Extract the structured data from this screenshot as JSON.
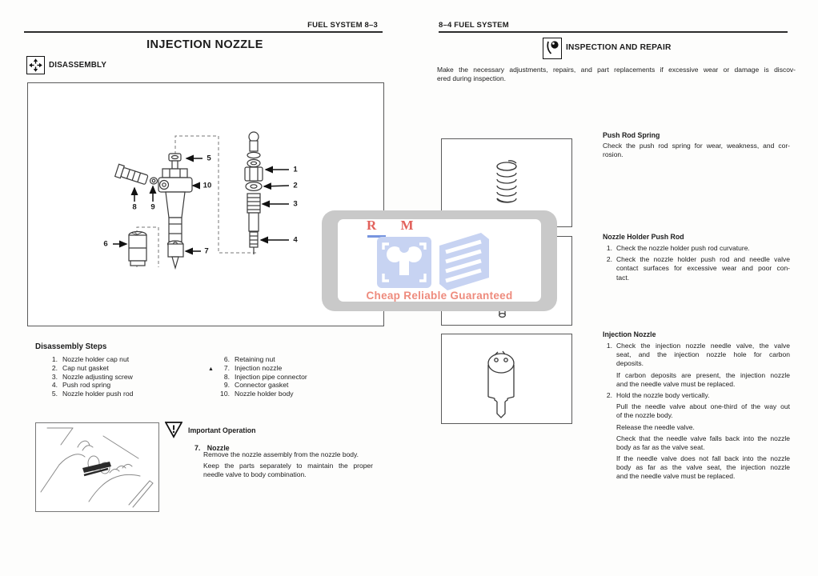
{
  "watermark": {
    "brand": "R M",
    "tagline": "Cheap Reliable Guaranteed",
    "colors": {
      "brand_red": "#e2625c",
      "tagline_salmon": "#ee8b7d",
      "icon_blue": "#c7d3f2",
      "frame_gray": "#c9c9c9",
      "dash_blue": "#5f82d9"
    }
  },
  "left_page": {
    "header": "FUEL SYSTEM  8–3",
    "title": "INJECTION NOZZLE",
    "disassembly_heading": "DISASSEMBLY",
    "diagram": {
      "callouts": [
        "1",
        "2",
        "3",
        "4",
        "5",
        "6",
        "7",
        "8",
        "9",
        "10"
      ]
    },
    "steps": {
      "heading": "Disassembly Steps",
      "col1": [
        {
          "num": "1.",
          "label": "Nozzle holder cap nut"
        },
        {
          "num": "2.",
          "label": "Cap nut gasket"
        },
        {
          "num": "3.",
          "label": "Nozzle adjusting screw"
        },
        {
          "num": "4.",
          "label": "Push rod spring"
        },
        {
          "num": "5.",
          "label": "Nozzle holder push rod"
        }
      ],
      "col2": [
        {
          "marker": "",
          "num": "6.",
          "label": "Retaining nut"
        },
        {
          "marker": "▲",
          "num": "7.",
          "label": "Injection nozzle"
        },
        {
          "marker": "",
          "num": "8.",
          "label": "Injection pipe connector"
        },
        {
          "marker": "",
          "num": "9.",
          "label": "Connector gasket"
        },
        {
          "marker": "",
          "num": "10.",
          "label": "Nozzle holder body"
        }
      ]
    },
    "important": {
      "heading": "Important Operation",
      "step_num": "7.",
      "step_title": "Nozzle",
      "para1": "Remove the nozzle assembly from the nozzle body.",
      "para2_lines": [
        "Keep the parts separately to maintain the proper",
        "needle valve to body combination."
      ]
    }
  },
  "right_page": {
    "header": "8–4  FUEL SYSTEM",
    "section_title": "INSPECTION AND REPAIR",
    "intro_lines": [
      "Make the necessary adjustments, repairs, and part replacements if excessive wear or damage is discov-",
      "ered during inspection."
    ],
    "push_rod_spring": {
      "heading": "Push Rod Spring",
      "lines": [
        "Check the push rod spring for wear, weakness, and cor-",
        "rosion."
      ]
    },
    "nozzle_holder_push_rod": {
      "heading": "Nozzle Holder Push Rod",
      "item1_num": "1.",
      "item1_lines": [
        "Check the nozzle holder push rod curvature."
      ],
      "item2_num": "2.",
      "item2_lines": [
        "Check the nozzle holder push rod and needle valve",
        "contact surfaces for excessive wear and poor con-",
        "tact."
      ]
    },
    "injection_nozzle": {
      "heading": "Injection Nozzle",
      "item1_num": "1.",
      "item1_lines": [
        "Check the injection nozzle needle valve, the valve",
        "seat, and the injection nozzle hole for carbon",
        "deposits."
      ],
      "item1_sub_lines": [
        "If carbon deposits are present, the injection nozzle",
        "and the needle valve must be replaced."
      ],
      "item2_num": "2.",
      "item2_lines": [
        "Hold the nozzle body vertically."
      ],
      "item2_sub1_lines": [
        "Pull the needle valve about one-third of the way out",
        "of the nozzle body."
      ],
      "item2_sub2_lines": [
        "Release the needle valve."
      ],
      "item2_sub3_lines": [
        "Check that the needle valve falls back into the nozzle",
        "body as far as the valve seat."
      ],
      "item2_sub4_lines": [
        "If the needle valve does not fall back into the nozzle",
        "body as far as the valve seat, the injection nozzle",
        "and the needle valve must be replaced."
      ]
    }
  }
}
